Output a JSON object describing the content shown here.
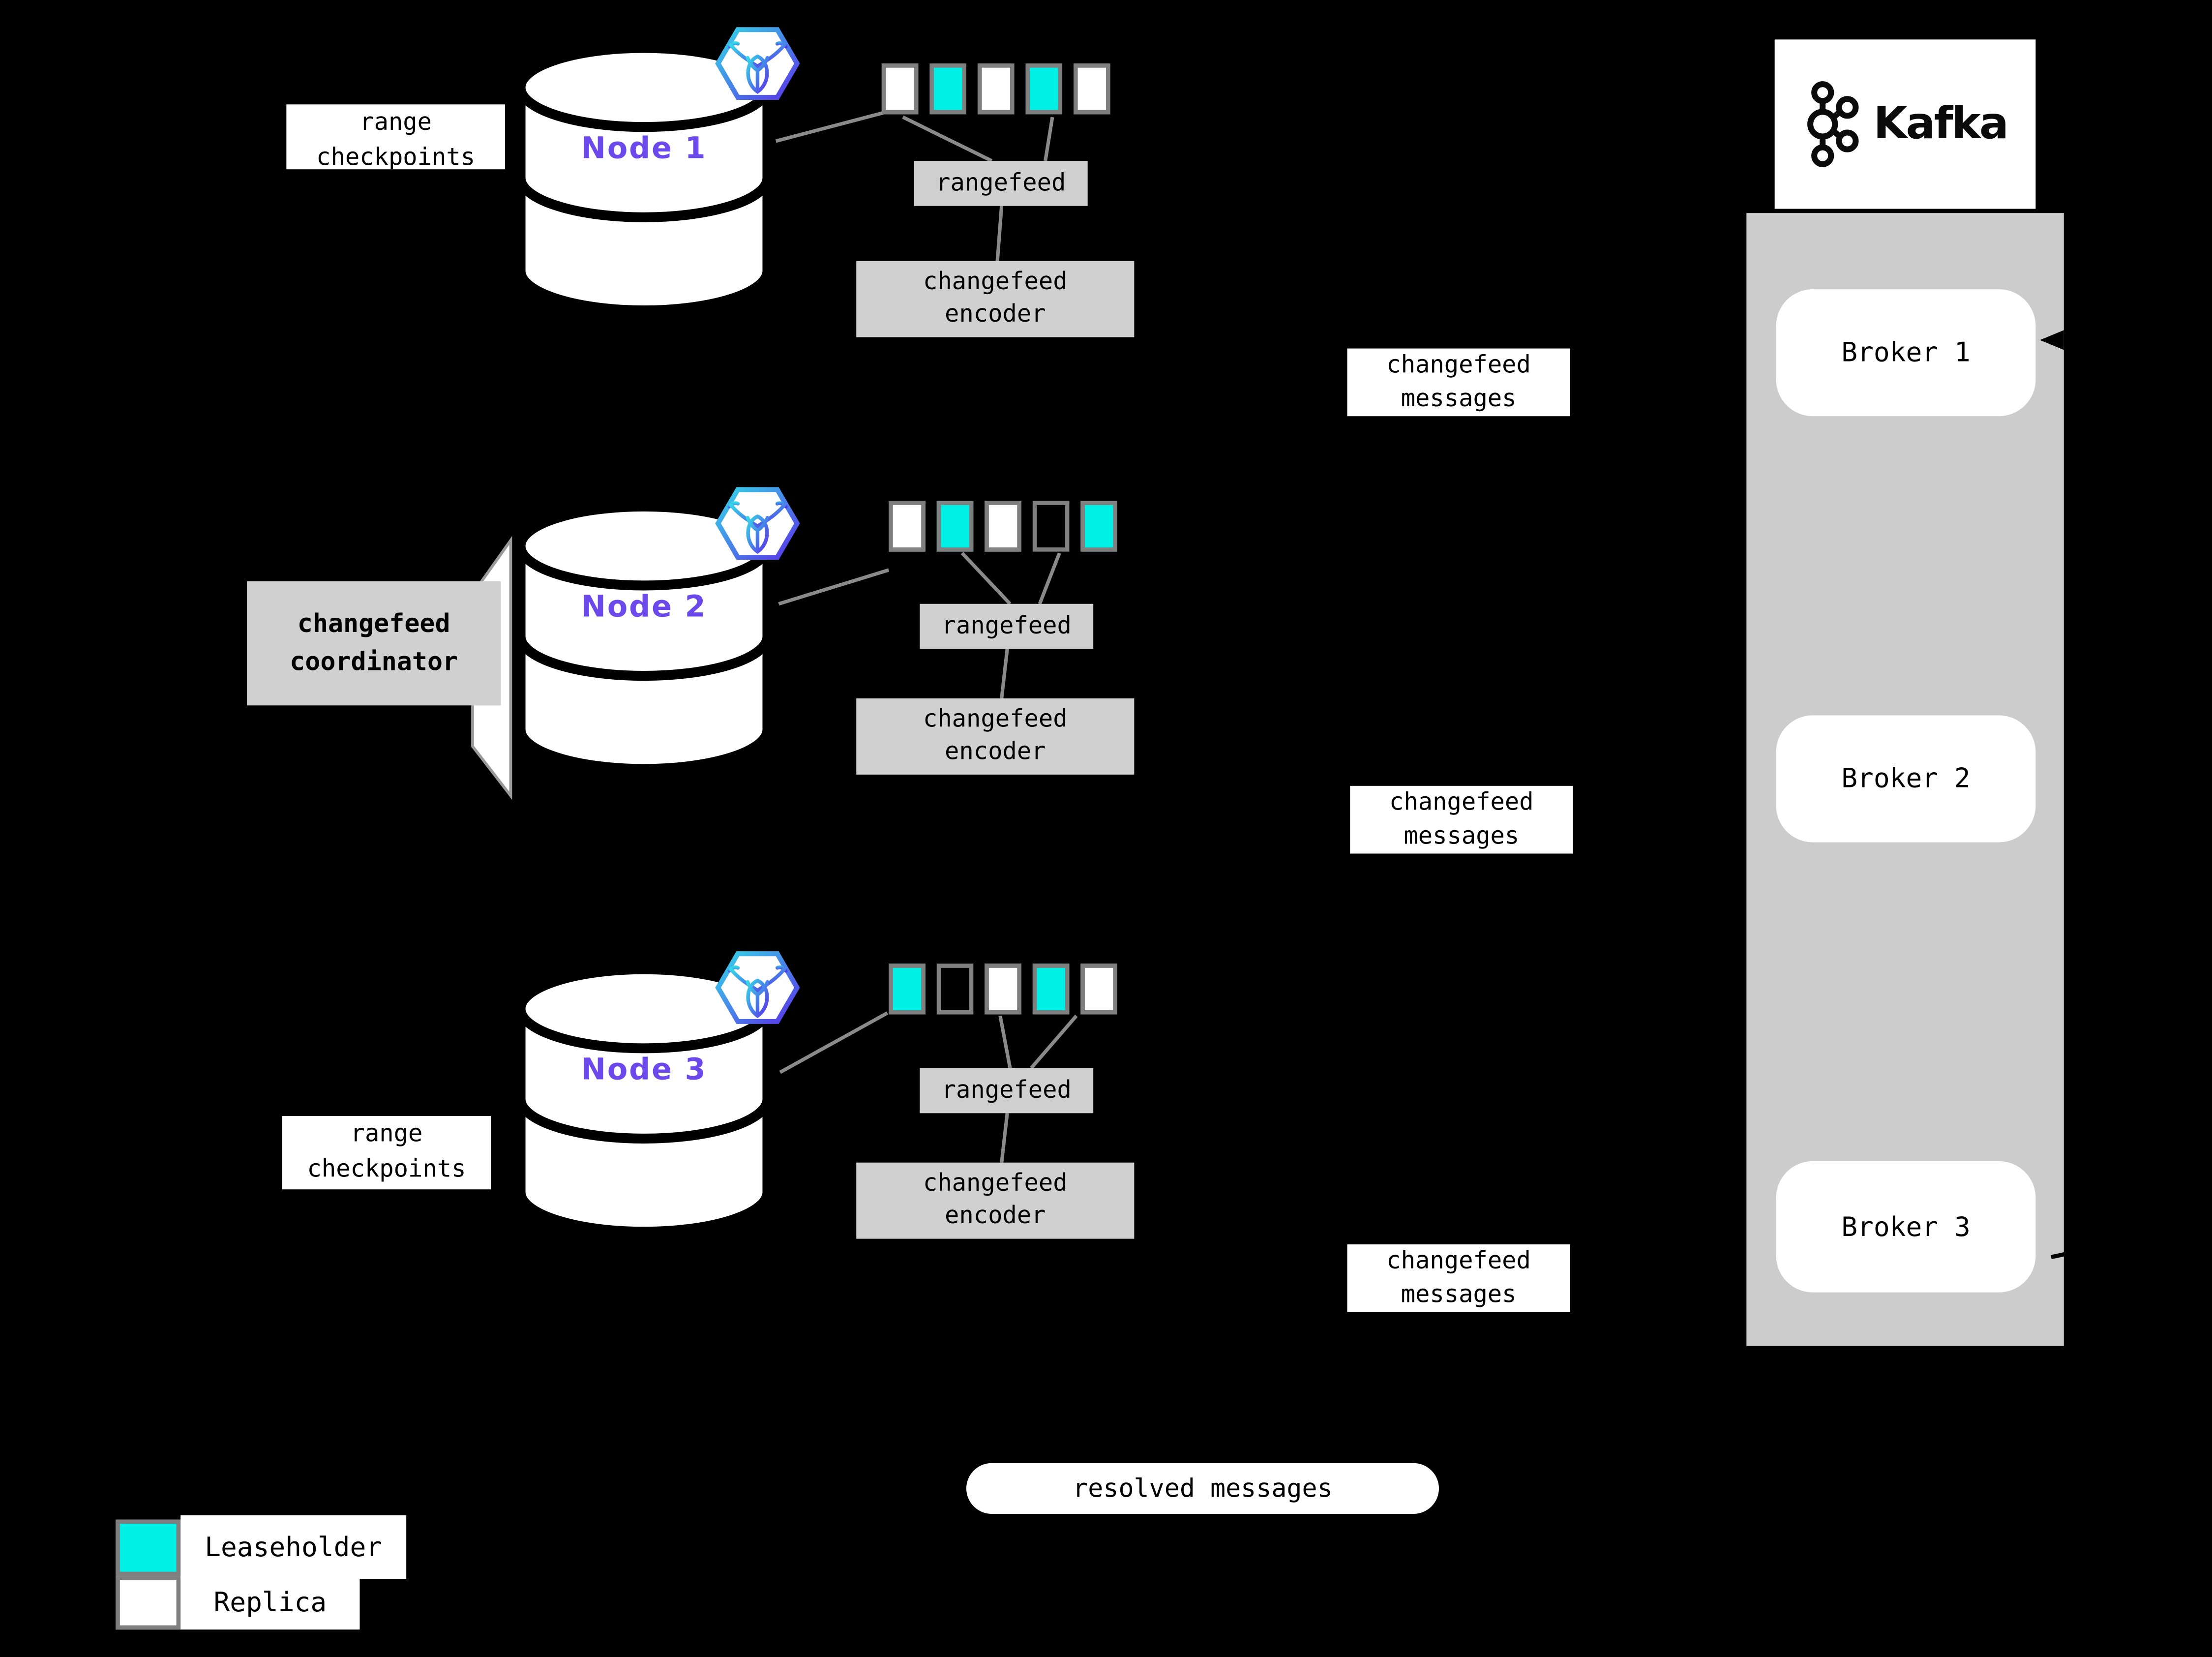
{
  "colors": {
    "leaseholder": "#00F0E6",
    "replica": "#FFFFFF",
    "empty_range": "transparent",
    "panel": "#CCCCCC",
    "label_box": "#D0D0D0",
    "connector": "#8A8A8A",
    "node_name": "#6C49EA",
    "background": "#000000"
  },
  "nodes": [
    {
      "name": "Node 1",
      "ranges": [
        "replica",
        "leaseholder",
        "replica",
        "leaseholder",
        "replica"
      ],
      "rangefeed": "rangefeed",
      "encoder": {
        "line1": "changefeed",
        "line2": "encoder"
      }
    },
    {
      "name": "Node 2",
      "ranges": [
        "replica",
        "leaseholder",
        "replica",
        "empty",
        "leaseholder"
      ],
      "rangefeed": "rangefeed",
      "encoder": {
        "line1": "changefeed",
        "line2": "encoder"
      }
    },
    {
      "name": "Node 3",
      "ranges": [
        "leaseholder",
        "empty",
        "replica",
        "leaseholder",
        "replica"
      ],
      "rangefeed": "rangefeed",
      "encoder": {
        "line1": "changefeed",
        "line2": "encoder"
      }
    }
  ],
  "labels": {
    "range_checkpoints": {
      "line1": "range",
      "line2": "checkpoints"
    },
    "changefeed_coordinator": {
      "line1": "changefeed",
      "line2": "coordinator"
    },
    "changefeed_messages": {
      "line1": "changefeed",
      "line2": "messages"
    },
    "resolved_messages": "resolved messages"
  },
  "kafka": {
    "title": "Kafka",
    "brokers": [
      {
        "label": "Broker 1"
      },
      {
        "label": "Broker 2"
      },
      {
        "label": "Broker 3"
      }
    ]
  },
  "legend": [
    {
      "label": "Leaseholder",
      "color": "#00F0E6"
    },
    {
      "label": "Replica",
      "color": "#FFFFFF"
    }
  ]
}
